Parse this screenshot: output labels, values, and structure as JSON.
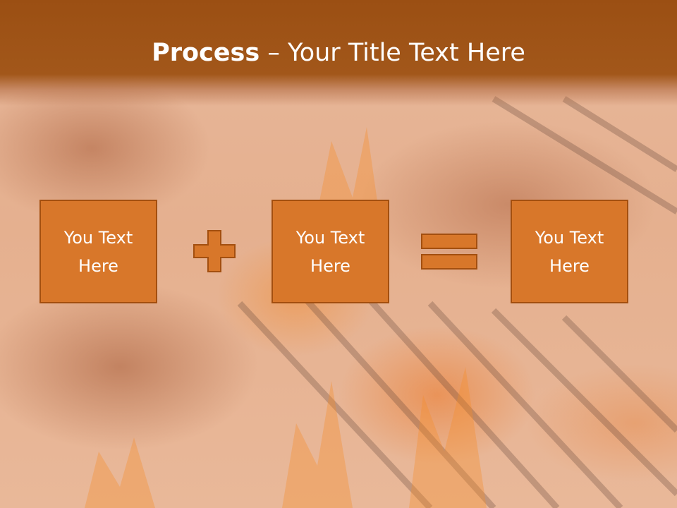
{
  "title": {
    "bold": "Process",
    "dash": "–",
    "rest": "Your Title Text Here"
  },
  "boxes": [
    {
      "line1": "You Text",
      "line2": "Here"
    },
    {
      "line1": "You Text",
      "line2": "Here"
    },
    {
      "line1": "You Text",
      "line2": "Here"
    }
  ],
  "operators": [
    "plus-icon",
    "equals-icon"
  ],
  "colors": {
    "header": "#9b4f13",
    "box_fill": "#d8772a",
    "box_border": "#a34f0f",
    "text": "#ffffff"
  }
}
